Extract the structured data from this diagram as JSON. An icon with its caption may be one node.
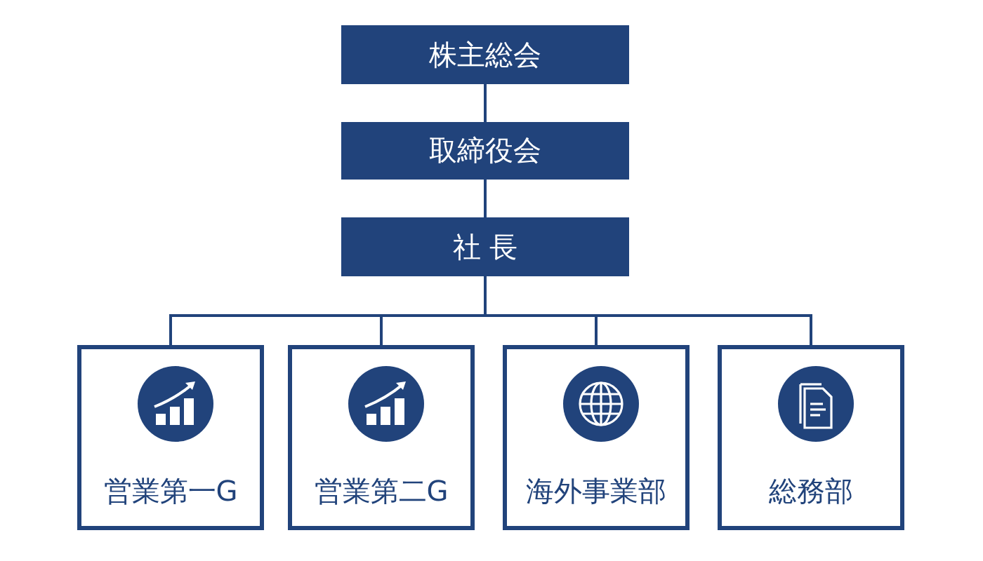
{
  "diagram": {
    "nodes": [
      {
        "text": [
          "株主総会"
        ]
      },
      {
        "text": [
          "取締役会"
        ]
      },
      {
        "text": [
          "社 長"
        ]
      },
      {
        "text": [
          "営業第一G"
        ]
      },
      {
        "text": [
          "営業第二G"
        ]
      },
      {
        "text": [
          "海外事業部"
        ]
      },
      {
        "text": [
          "総務部"
        ]
      }
    ],
    "edges": [
      {
        "from": 0,
        "to": 1,
        "arrow": "none"
      },
      {
        "from": 1,
        "to": 2,
        "arrow": "none"
      },
      {
        "from": 2,
        "to": 3,
        "arrow": "none"
      },
      {
        "from": 2,
        "to": 4,
        "arrow": "none"
      },
      {
        "from": 2,
        "to": 5,
        "arrow": "none"
      },
      {
        "from": 2,
        "to": 6,
        "arrow": "none"
      }
    ]
  }
}
